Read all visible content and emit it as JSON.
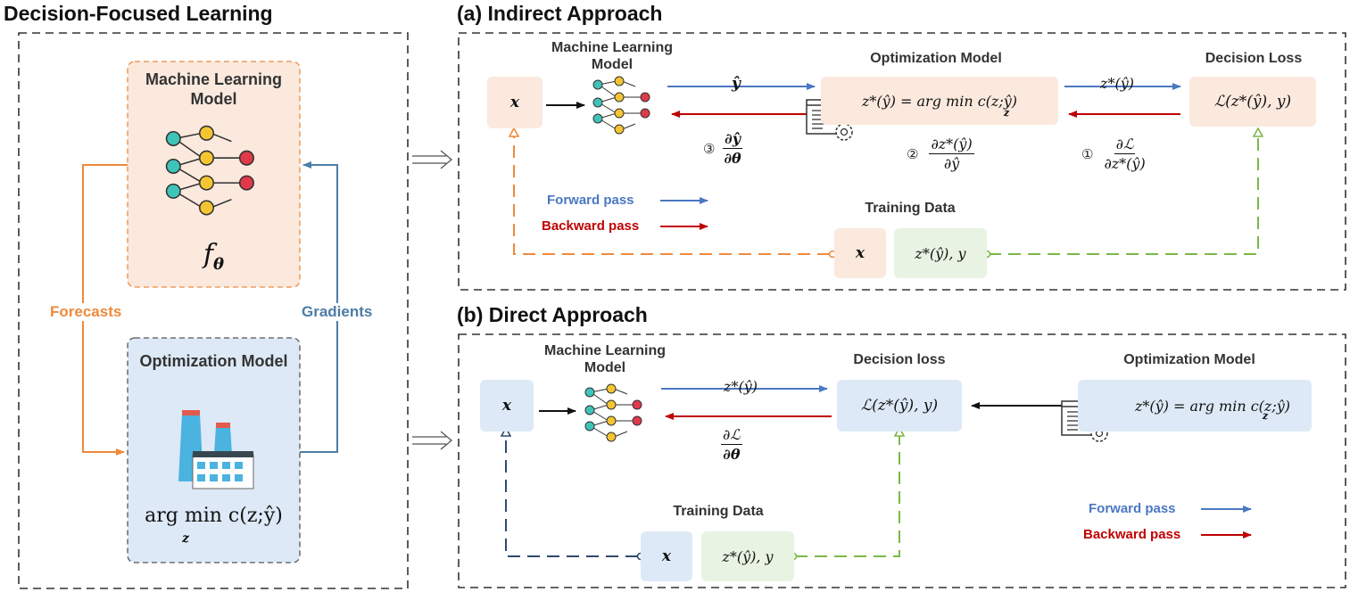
{
  "left_panel": {
    "title": "Decision-Focused Learning",
    "ml_label": "Machine Learning Model",
    "ml_symbol": "f",
    "ml_symbol_sub": "θ",
    "opt_label": "Optimization Model",
    "opt_expr": "arg min c(z;ŷ)",
    "opt_expr_sub": "z",
    "forecasts_label": "Forecasts",
    "gradients_label": "Gradients",
    "colors": {
      "forecasts": "#ee8a3c",
      "gradients": "#4d7ca6"
    }
  },
  "indirect": {
    "title": "(a) Indirect Approach",
    "ml_label": "Machine Learning Model",
    "opt_label": "Optimization Model",
    "loss_label": "Decision Loss",
    "x_label": "x",
    "yhat_label": "ŷ",
    "zstar_label": "z*(ŷ)",
    "opt_expr": "z*(ŷ) = arg min c(z;ŷ)",
    "opt_expr_sub": "z",
    "loss_expr": "ℒ(z*(ŷ), y)",
    "grad3_num": "∂ŷ",
    "grad3_den": "∂θ",
    "grad2_num": "∂z*(ŷ)",
    "grad2_den": "∂ŷ",
    "grad1_num": "∂ℒ",
    "grad1_den": "∂z*(ŷ)",
    "circ1": "①",
    "circ2": "②",
    "circ3": "③",
    "forward_label": "Forward pass",
    "backward_label": "Backward pass",
    "training_label": "Training Data",
    "td_x": "x",
    "td_y": "z*(ŷ), y"
  },
  "direct": {
    "title": "(b) Direct Approach",
    "ml_label": "Machine Learning Model",
    "loss_label": "Decision loss",
    "opt_label": "Optimization Model",
    "x_label": "x",
    "zstar_label": "z*(ŷ)",
    "grad_num": "∂ℒ",
    "grad_den": "∂θ",
    "loss_expr": "ℒ(z*(ŷ), y)",
    "opt_expr": "z*(ŷ) = arg min c(z;ŷ)",
    "opt_expr_sub": "z",
    "training_label": "Training Data",
    "td_x": "x",
    "td_y": "z*(ŷ), y",
    "forward_label": "Forward pass",
    "backward_label": "Backward pass"
  },
  "colors": {
    "forward": "#4a78c2",
    "backward": "#c00000",
    "peach_box": "#fbe9de",
    "blue_box": "#dde9f6",
    "green_box": "#e8f3e3",
    "orange_dash": "#ee8a3c",
    "green_dash": "#7bb848",
    "navy_dash": "#2f4a6e"
  }
}
